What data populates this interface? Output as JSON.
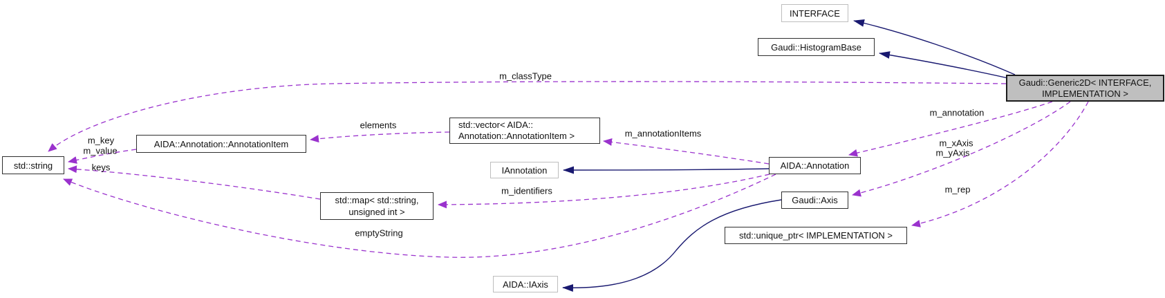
{
  "diagram": {
    "focus_class": "Gaudi::Generic2D< INTERFACE, IMPLEMENTATION >",
    "colors": {
      "usage_edge": "#9a32cd",
      "inheritance_edge": "#191970",
      "focus_fill": "#bfbfbf",
      "node_border": "#2e2e2e",
      "external_border": "#bdbdbd"
    }
  },
  "nodes": {
    "interface": {
      "label": "INTERFACE"
    },
    "histogram_base": {
      "label": "Gaudi::HistogramBase"
    },
    "generic2d": {
      "line1": "Gaudi::Generic2D< INTERFACE,",
      "line2": "IMPLEMENTATION >"
    },
    "std_string": {
      "label": "std::string"
    },
    "annotation_item": {
      "label": "AIDA::Annotation::AnnotationItem"
    },
    "std_vector": {
      "line1": "std::vector< AIDA::",
      "line2": "Annotation::AnnotationItem >"
    },
    "iannotation": {
      "label": "IAnnotation"
    },
    "annotation": {
      "label": "AIDA::Annotation"
    },
    "std_map": {
      "line1": "std::map< std::string,",
      "line2": "unsigned int >"
    },
    "axis": {
      "label": "Gaudi::Axis"
    },
    "unique_ptr": {
      "label": "std::unique_ptr< IMPLEMENTATION >"
    },
    "iaxis": {
      "label": "AIDA::IAxis"
    }
  },
  "edge_labels": {
    "m_classType": "m_classType",
    "elements": "elements",
    "m_annotationItems": "m_annotationItems",
    "m_annotation": "m_annotation",
    "m_key": "m_key",
    "m_value": "m_value",
    "keys": "keys",
    "m_identifiers": "m_identifiers",
    "m_xAxis": "m_xAxis",
    "m_yAxis": "m_yAxis",
    "m_rep": "m_rep",
    "emptyString": "emptyString"
  }
}
